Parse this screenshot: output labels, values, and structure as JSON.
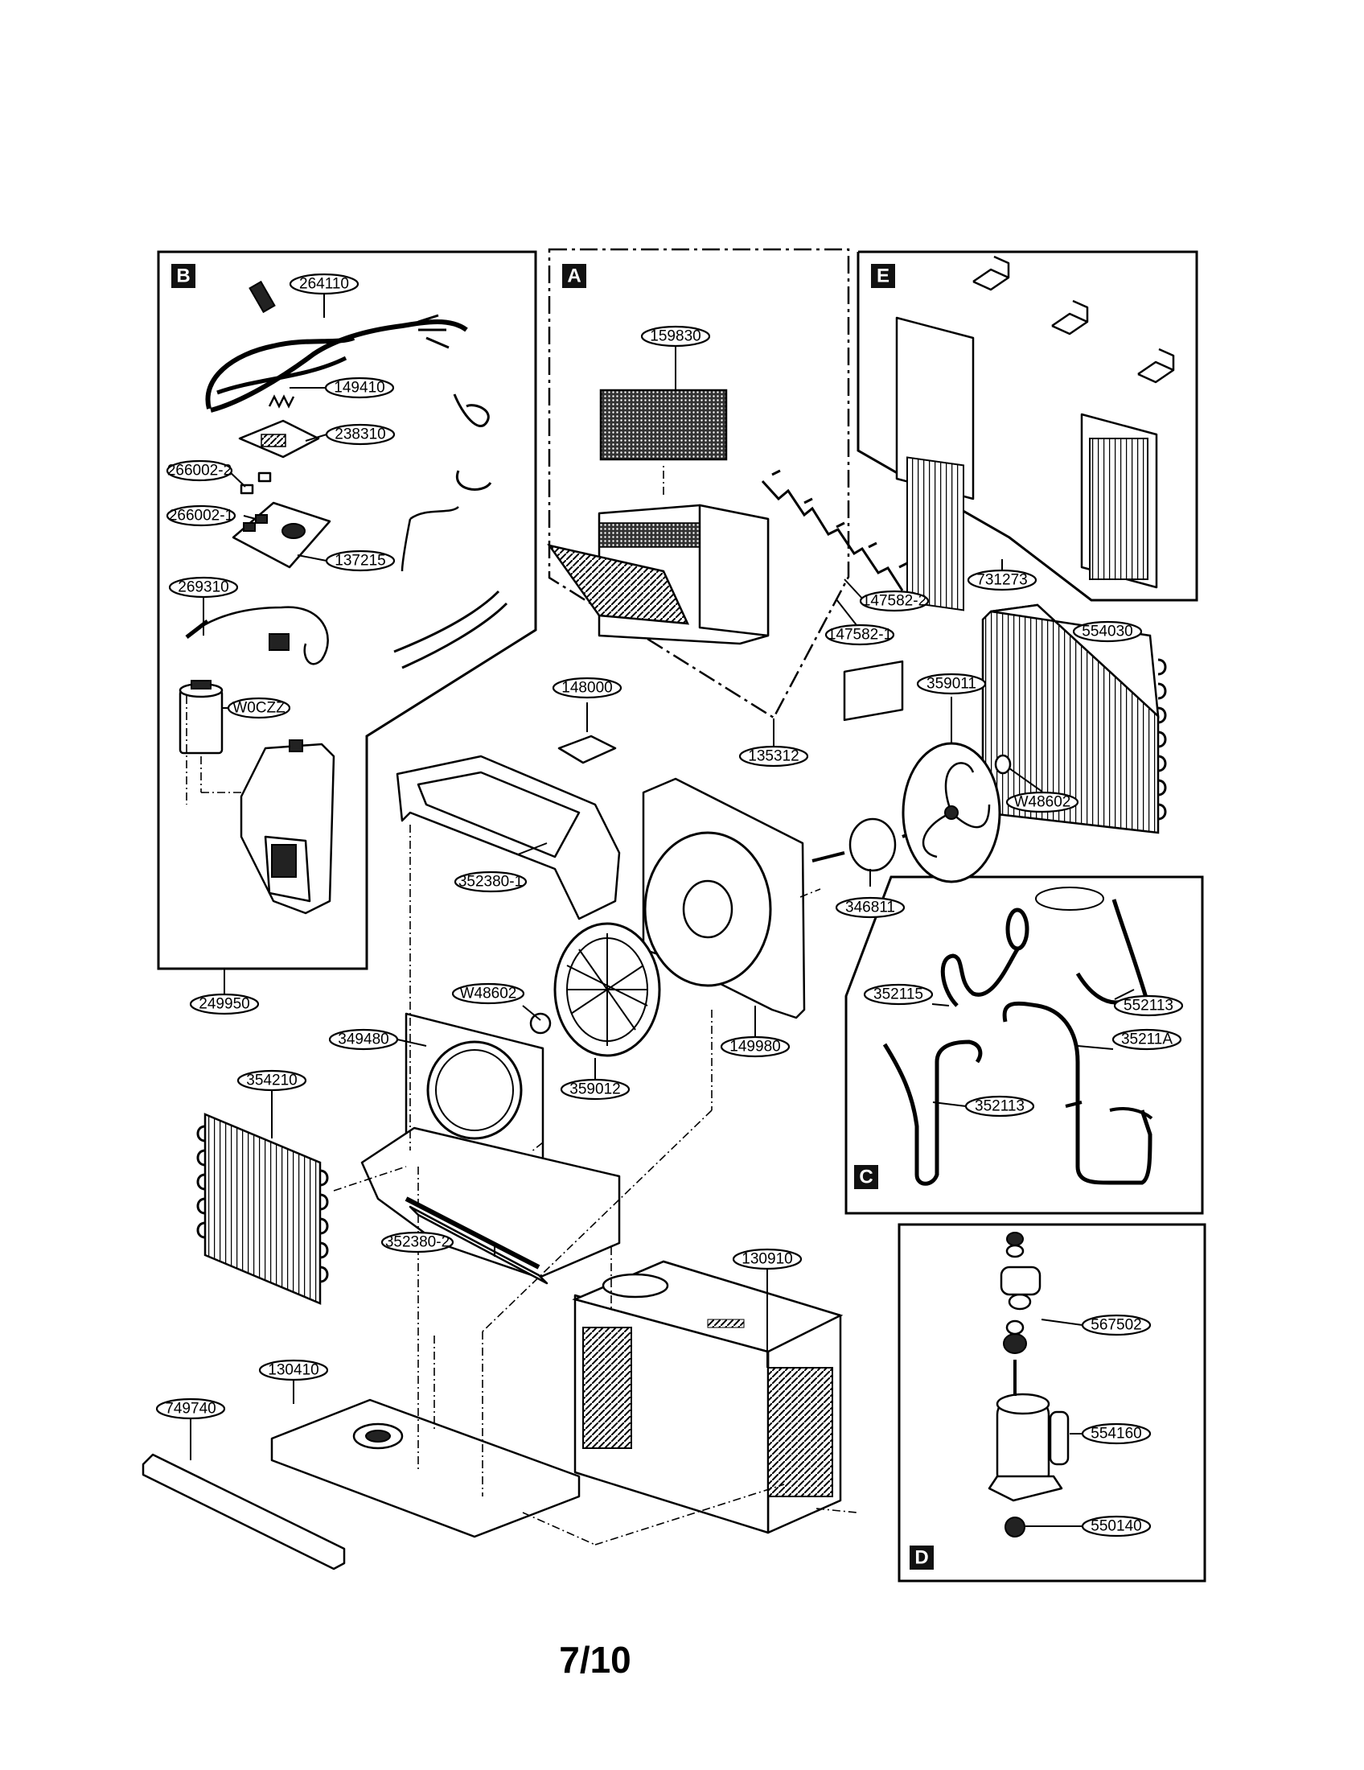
{
  "sections": {
    "A": "A",
    "B": "B",
    "C": "C",
    "D": "D",
    "E": "E"
  },
  "parts": {
    "p264110": "264110",
    "p149410": "149410",
    "p238310": "238310",
    "p266002_2": "266002-2",
    "p266002_1": "266002-1",
    "p137215": "137215",
    "p269310": "269310",
    "pW0CZZ": "W0CZZ",
    "p249950": "249950",
    "p159830": "159830",
    "p147582_2": "147582-2",
    "p147582_1": "147582-1",
    "p135312": "135312",
    "p731273": "731273",
    "p554030": "554030",
    "p148000": "148000",
    "p359011": "359011",
    "pW48602_a": "W48602",
    "p346811": "346811",
    "p352380_1": "352380-1",
    "p149980": "149980",
    "pW48602_b": "W48602",
    "p349480": "349480",
    "p359012": "359012",
    "p354210": "354210",
    "p352380_2": "352380-2",
    "p352115": "352115",
    "p552113": "552113",
    "p35211A": "35211A",
    "p352113": "352113",
    "p130910": "130910",
    "p567502": "567502",
    "p554160": "554160",
    "p550140": "550140",
    "p749740": "749740",
    "p130410": "130410"
  },
  "page_number": "7/10"
}
